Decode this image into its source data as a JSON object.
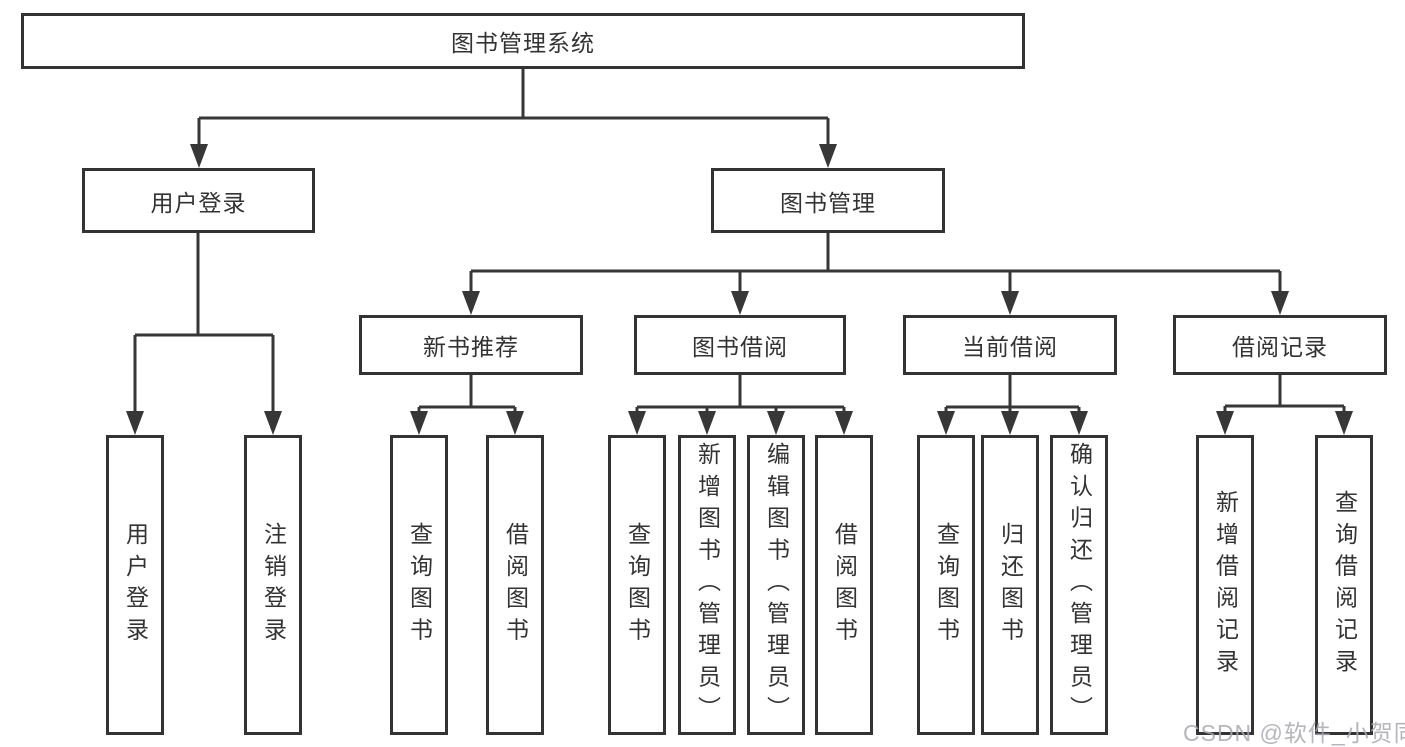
{
  "diagram": {
    "root": {
      "label": "图书管理系统"
    },
    "branches": [
      {
        "label": "用户登录",
        "children": [
          {
            "label": "用户登录"
          },
          {
            "label": "注销登录"
          }
        ]
      },
      {
        "label": "图书管理",
        "children": [
          {
            "label": "新书推荐",
            "children": [
              {
                "label": "查询图书"
              },
              {
                "label": "借阅图书"
              }
            ]
          },
          {
            "label": "图书借阅",
            "children": [
              {
                "label": "查询图书"
              },
              {
                "label": "新增图书（管理员）"
              },
              {
                "label": "编辑图书（管理员）"
              },
              {
                "label": "借阅图书"
              }
            ]
          },
          {
            "label": "当前借阅",
            "children": [
              {
                "label": "查询图书"
              },
              {
                "label": "归还图书"
              },
              {
                "label": "确认归还（管理员）"
              }
            ]
          },
          {
            "label": "借阅记录",
            "children": [
              {
                "label": "新增借阅记录"
              },
              {
                "label": "查询借阅记录"
              }
            ]
          }
        ]
      }
    ]
  },
  "colors": {
    "border": "#333333",
    "line": "#373737",
    "text": "#333333",
    "watermark": "#a8a8b0"
  },
  "watermark": {
    "text": "CSDN @软件_小贺同学"
  }
}
